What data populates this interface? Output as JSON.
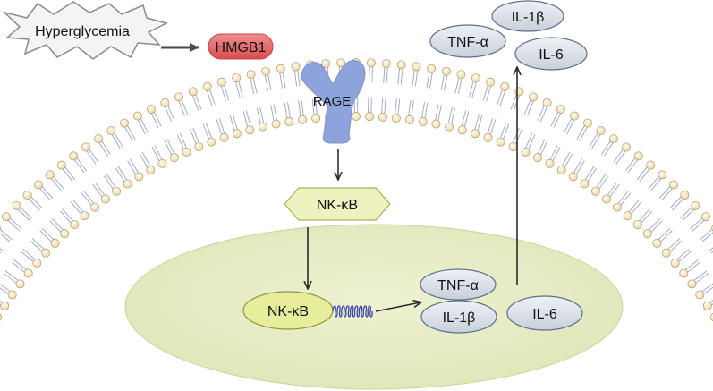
{
  "labels": {
    "hyperglycemia": "Hyperglycemia",
    "hmgb1": "HMGB1",
    "rage": "RAGE",
    "nfkb_cytoplasm": "NK-κB",
    "nfkb_nucleus": "NK-κB",
    "tnf_nucleus": "TNF-α",
    "il1b_nucleus": "IL-1β",
    "il6_nucleus": "IL-6",
    "tnf_secreted": "TNF-α",
    "il1b_secreted": "IL-1β",
    "il6_secreted": "IL-6"
  },
  "colors": {
    "membrane_head": "#f3e2bd",
    "membrane_head_stroke": "#b59a63",
    "membrane_tail": "#9aa3c8",
    "nucleus": "#e5ebc3",
    "hmgb1": "#e46467",
    "rage": "#8ea3dc",
    "nfkb_hex": "#eef2bf",
    "nfkb_oval": "#e7ed9a",
    "cytokine": "#d8dde6",
    "cytokine_stroke": "#5d6f8a",
    "dna": "#3c46a8",
    "arrow": "#2b2b2b"
  }
}
